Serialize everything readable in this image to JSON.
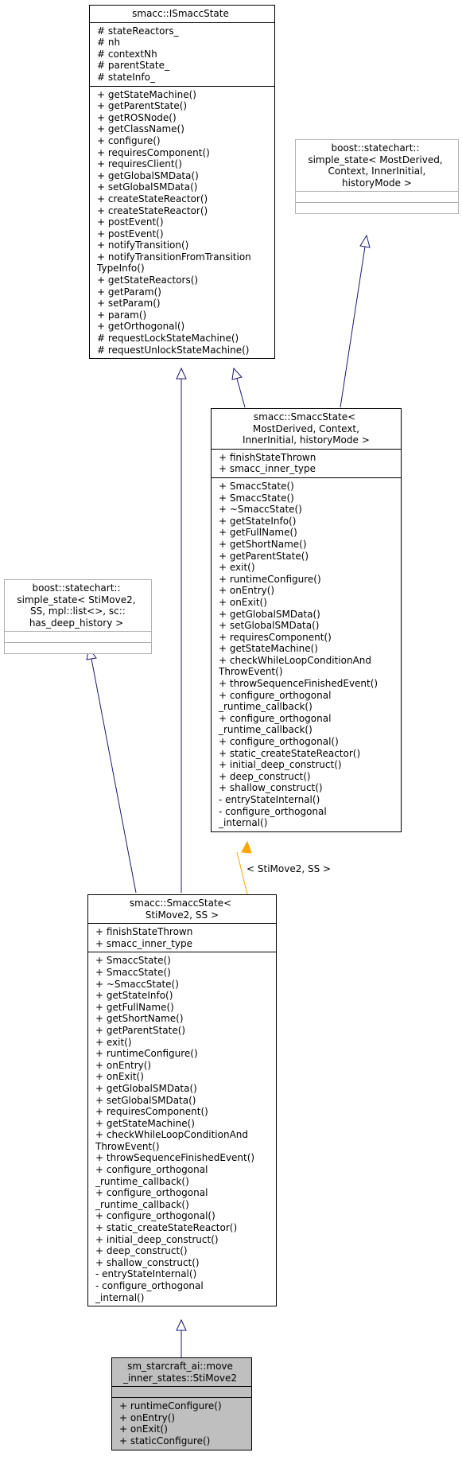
{
  "diagram": {
    "type": "class-inheritance-graph",
    "colors": {
      "edge": "#191970",
      "template_edge": "#ffa500",
      "node_border": "#000000",
      "external_border": "#b0b0b0",
      "highlight_fill": "#bfbfbf"
    },
    "nodes": {
      "istate": {
        "title": [
          "smacc::ISmaccState"
        ],
        "attributes": [
          "# stateReactors_",
          "# nh",
          "# contextNh",
          "# parentState_",
          "# stateInfo_"
        ],
        "methods": [
          "+ getStateMachine()",
          "+ getParentState()",
          "+ getROSNode()",
          "+ getClassName()",
          "+ configure()",
          "+ requiresComponent()",
          "+ requiresClient()",
          "+ getGlobalSMData()",
          "+ setGlobalSMData()",
          "+ createStateReactor()",
          "+ createStateReactor()",
          "+ postEvent()",
          "+ postEvent()",
          "+ notifyTransition()",
          "+ notifyTransitionFromTransition",
          "TypeInfo()",
          "+ getStateReactors()",
          "+ getParam()",
          "+ setParam()",
          "+ param()",
          "+ getOrthogonal()",
          "# requestLockStateMachine()",
          "# requestUnlockStateMachine()"
        ]
      },
      "boost_generic": {
        "title": [
          "boost::statechart::",
          "simple_state< MostDerived,",
          " Context, InnerInitial,",
          " historyMode >"
        ],
        "attributes": [],
        "methods": []
      },
      "smacc_generic": {
        "title": [
          "smacc::SmaccState<",
          " MostDerived, Context,",
          " InnerInitial, historyMode >"
        ],
        "attributes": [
          "+ finishStateThrown",
          "+ smacc_inner_type"
        ],
        "methods": [
          "+ SmaccState()",
          "+ SmaccState()",
          "+ ~SmaccState()",
          "+ getStateInfo()",
          "+ getFullName()",
          "+ getShortName()",
          "+ getParentState()",
          "+ exit()",
          "+ runtimeConfigure()",
          "+ onEntry()",
          "+ onExit()",
          "+ getGlobalSMData()",
          "+ setGlobalSMData()",
          "+ requiresComponent()",
          "+ getStateMachine()",
          "+ checkWhileLoopConditionAnd",
          "ThrowEvent()",
          "+ throwSequenceFinishedEvent()",
          "+ configure_orthogonal",
          "_runtime_callback()",
          "+ configure_orthogonal",
          "_runtime_callback()",
          "+ configure_orthogonal()",
          "+ static_createStateReactor()",
          "+ initial_deep_construct()",
          "+ deep_construct()",
          "+ shallow_construct()",
          "- entryStateInternal()",
          "- configure_orthogonal",
          "_internal()"
        ]
      },
      "boost_stimove": {
        "title": [
          "boost::statechart::",
          "simple_state< StiMove2,",
          " SS, mpl::list<>, sc::",
          "has_deep_history >"
        ],
        "attributes": [],
        "methods": []
      },
      "smacc_stimove": {
        "title": [
          "smacc::SmaccState<",
          " StiMove2, SS >"
        ],
        "attributes": [
          "+ finishStateThrown",
          "+ smacc_inner_type"
        ],
        "methods": [
          "+ SmaccState()",
          "+ SmaccState()",
          "+ ~SmaccState()",
          "+ getStateInfo()",
          "+ getFullName()",
          "+ getShortName()",
          "+ getParentState()",
          "+ exit()",
          "+ runtimeConfigure()",
          "+ onEntry()",
          "+ onExit()",
          "+ getGlobalSMData()",
          "+ setGlobalSMData()",
          "+ requiresComponent()",
          "+ getStateMachine()",
          "+ checkWhileLoopConditionAnd",
          "ThrowEvent()",
          "+ throwSequenceFinishedEvent()",
          "+ configure_orthogonal",
          "_runtime_callback()",
          "+ configure_orthogonal",
          "_runtime_callback()",
          "+ configure_orthogonal()",
          "+ static_createStateReactor()",
          "+ initial_deep_construct()",
          "+ deep_construct()",
          "+ shallow_construct()",
          "- entryStateInternal()",
          "- configure_orthogonal",
          "_internal()"
        ]
      },
      "stimove2": {
        "title": [
          "sm_starcraft_ai::move",
          "_inner_states::StiMove2"
        ],
        "attributes": [],
        "methods": [
          "+ runtimeConfigure()",
          "+ onEntry()",
          "+ onExit()",
          "+ staticConfigure()"
        ]
      }
    },
    "template_label": "< StiMove2, SS >"
  }
}
